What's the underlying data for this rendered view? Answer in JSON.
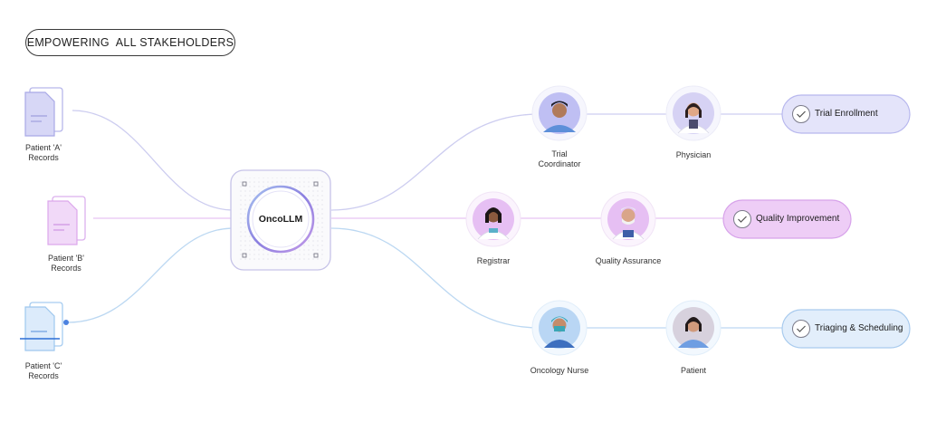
{
  "header": {
    "badge_text": "EMPOWERING  ALL STAKEHOLDERS"
  },
  "sources": [
    {
      "line1": "Patient 'A'",
      "line2": "Records",
      "color": "#a9a9e6"
    },
    {
      "line1": "Patient 'B'",
      "line2": "Records",
      "color": "#dca7ec"
    },
    {
      "line1": "Patient 'C'",
      "line2": "Records",
      "color": "#9ec7ee"
    }
  ],
  "hub": {
    "label": "OncoLLM"
  },
  "stakeholders": {
    "trial_coordinator": {
      "line1": "Trial",
      "line2": "Coordinator"
    },
    "physician": {
      "label": "Physician"
    },
    "registrar": {
      "label": "Registrar"
    },
    "quality_assurance": {
      "label": "Quality Assurance"
    },
    "oncology_nurse": {
      "label": "Oncology Nurse"
    },
    "patient": {
      "label": "Patient"
    }
  },
  "outcomes": [
    {
      "label": "Trial Enrollment",
      "fill": "#e4e4fa",
      "stroke": "#b8b8ee"
    },
    {
      "label": "Quality Improvement",
      "fill": "#eecdf6",
      "stroke": "#d7a2ea"
    },
    {
      "label": "Triaging & Scheduling",
      "fill": "#e2eefb",
      "stroke": "#a9cbee"
    }
  ],
  "colors": {
    "purple_line": "#cdcdf0",
    "pink_line": "#e8c4f4",
    "blue_line": "#bcd8f2",
    "hub_ring": "#8fa0e6"
  }
}
